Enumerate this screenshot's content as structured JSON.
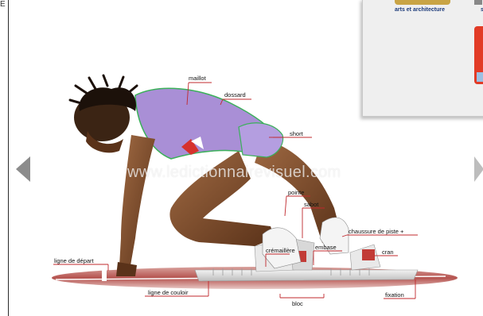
{
  "corner": "E",
  "popup": {
    "caption_1": "arts et architecture",
    "caption_2": "sc"
  },
  "watermark": "www.ledictionnairevisuel.com",
  "labels": {
    "maillot": "maillot",
    "dossard": "dossard",
    "short": "short",
    "pointe": "pointe",
    "sabot": "sabot",
    "chaussure": "chaussure de piste +",
    "cremaillere": "crémaillère",
    "embase": "embase",
    "cran": "cran",
    "ligne_depart": "ligne de départ",
    "ligne_couloir": "ligne de couloir",
    "bloc": "bloc",
    "fixation": "fixation"
  },
  "nav": {
    "prev_icon": "chevron-left-icon",
    "next_icon": "chevron-right-icon"
  },
  "colors": {
    "leader_line": "#c0282d",
    "jersey": "#a98fd6",
    "skin": "#7a4a2c",
    "track": "#b5534f"
  }
}
